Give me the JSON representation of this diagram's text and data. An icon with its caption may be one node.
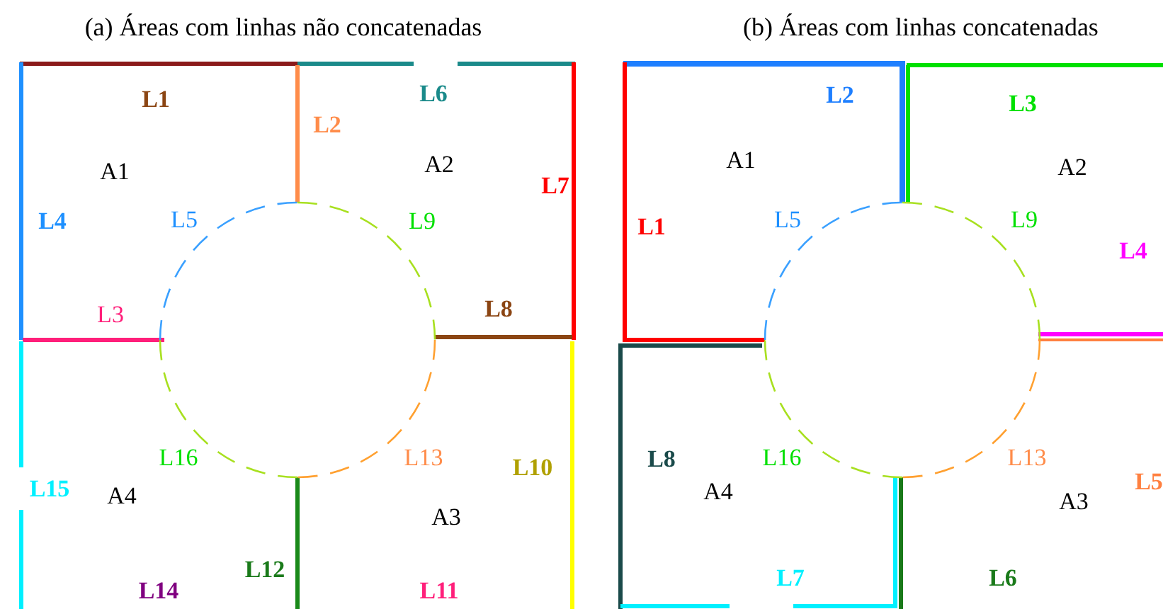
{
  "diagram": {
    "labels": [
      "(a) Áreas com linhas não concatenadas",
      "L1",
      "L6",
      "L2",
      "A1",
      "A2",
      "L7",
      "L4",
      "L5",
      "L9",
      "L3",
      "L8",
      "L16",
      "L13",
      "L10",
      "L15",
      "A4",
      "A3",
      "L12",
      "L14",
      "L11",
      "(b) Áreas com linhas concatenadas",
      "L2",
      "L3",
      "A1",
      "A2",
      "L1",
      "L5",
      "L9",
      "L4",
      "L8",
      "L16",
      "L13",
      "L5",
      "A4",
      "A3",
      "L7",
      "L6"
    ]
  }
}
